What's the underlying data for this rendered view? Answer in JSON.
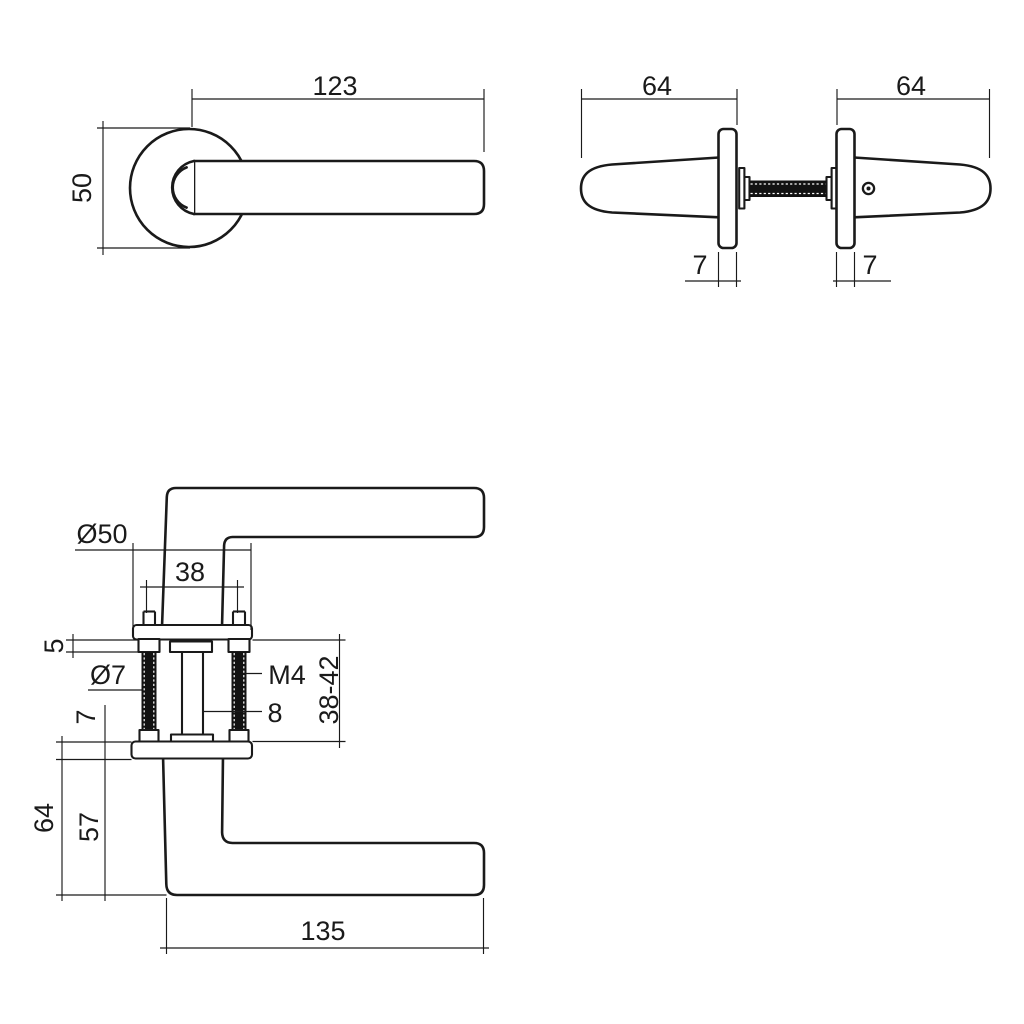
{
  "drawing_title": "door-handle-technical-drawing",
  "colors": {
    "line": "#1a1a1a",
    "thread_fill": "#121212",
    "background": "#ffffff"
  },
  "front_view": {
    "lever_length": "123",
    "rose_diameter": "50"
  },
  "side_view": {
    "left_grip_length": "64",
    "right_grip_length": "64",
    "left_rose_thickness": "7",
    "right_rose_thickness": "7"
  },
  "mounting_view": {
    "rose_diameter": "Ø50",
    "bolt_spacing": "38",
    "bolt_head_height": "5",
    "hole_diameter": "Ø7",
    "rose_thickness": "7",
    "bolt_thread": "M4",
    "spindle_size": "8",
    "door_thickness_range": "38-42",
    "total_height": "64",
    "lever_height": "57",
    "lever_length": "135"
  }
}
